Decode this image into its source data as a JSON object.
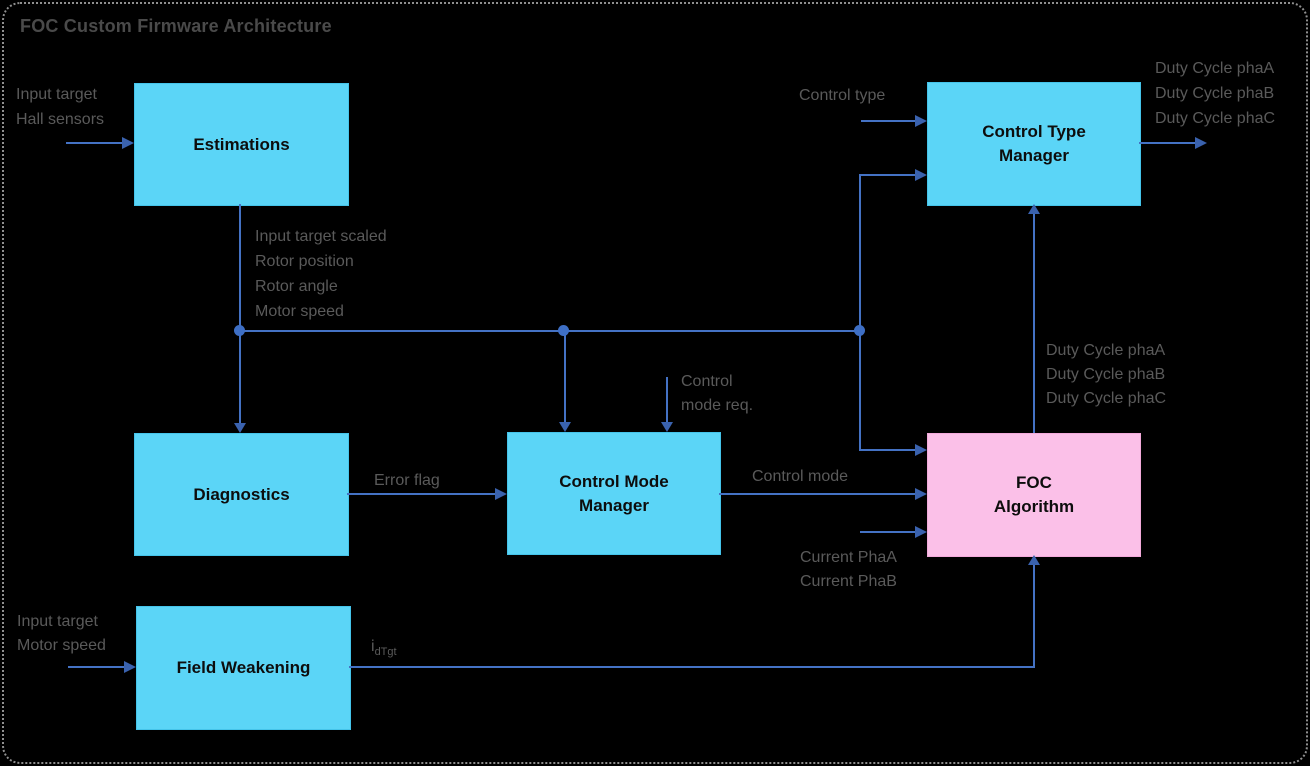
{
  "title": "FOC Custom Firmware Architecture",
  "blocks": {
    "estimations": [
      "Estimations"
    ],
    "diagnostics": [
      "Diagnostics"
    ],
    "field_weakening": [
      "Field Weakening"
    ],
    "control_mode_manager": [
      "Control Mode",
      "Manager"
    ],
    "control_type_manager": [
      "Control Type",
      "Manager"
    ],
    "foc_algorithm": [
      "FOC",
      "Algorithm"
    ]
  },
  "labels": {
    "estimations_inputs": [
      "Input target",
      "Hall sensors"
    ],
    "estimations_outputs": [
      "Input target scaled",
      "Rotor position",
      "Rotor angle",
      "Motor speed"
    ],
    "control_type_input": "Control type",
    "duty_cycle_outputs": [
      "Duty Cycle phaA",
      "Duty Cycle phaB",
      "Duty Cycle phaC"
    ],
    "duty_cycle_feedback": [
      "Duty Cycle phaA",
      "Duty Cycle phaB",
      "Duty Cycle phaC"
    ],
    "control_mode_request": [
      "Control",
      "mode req."
    ],
    "error_flag": "Error flag",
    "control_mode": "Control mode",
    "current_inputs": [
      "Current PhaA",
      "Current PhaB"
    ],
    "field_weakening_inputs": [
      "Input target",
      "Motor speed"
    ],
    "id_target_base": "i",
    "id_target_subscript": "dTgt"
  },
  "colors": {
    "background": "#000000",
    "box_cyan": "#5bd5f7",
    "box_pink": "#fbc0e8",
    "connector_blue": "#4472c4",
    "arrowhead_blue": "#3a62ae",
    "label_gray": "#5a5a5a",
    "title_gray": "#4a4a4a",
    "box_text": "#0d0d0d",
    "frame_dotted_gray": "#8f8f8f"
  }
}
